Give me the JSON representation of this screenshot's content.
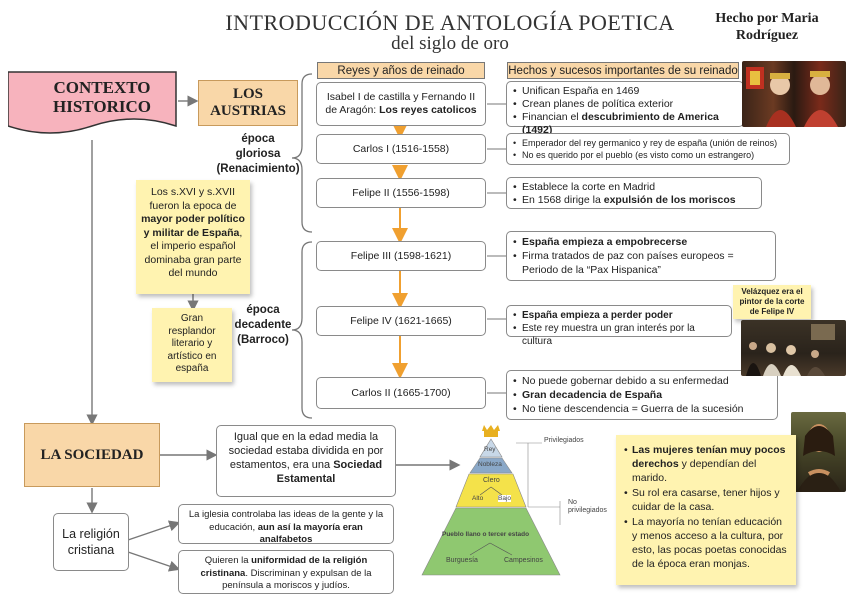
{
  "header": {
    "title": "INTRODUCCIÓN DE ANTOLOGÍA POETICA",
    "subtitle": "del siglo de oro",
    "author": "Hecho por Maria Rodríguez"
  },
  "contexto": {
    "label": "CONTEXTO HISTORICO"
  },
  "austrias": {
    "label": "LOS AUSTRIAS"
  },
  "columns": {
    "reyes": "Reyes y años de reinado",
    "hechos": "Hechos y sucesos importantes de su reinado"
  },
  "epochs": {
    "gloriosa": [
      "época",
      "gloriosa",
      "(Renacimiento)"
    ],
    "decadente": [
      "época",
      "decadente",
      "(Barroco)"
    ]
  },
  "kings": [
    {
      "name": "Isabel I de castilla y Fernando II de Aragón:",
      "name_bold": "Los reyes catolicos",
      "events": [
        {
          "text": "Unifican España en 1469"
        },
        {
          "text": "Crean planes de política exterior"
        },
        {
          "text": "Financian el ",
          "bold": "descubrimiento de America (1492)"
        }
      ]
    },
    {
      "name": "Carlos I (1516-1558)",
      "events": [
        {
          "text": "Emperador del rey germanico y rey de españa (unión de reinos)"
        },
        {
          "text": "No es querido por el pueblo (es visto como un estrangero)"
        }
      ]
    },
    {
      "name": "Felipe II (1556-1598)",
      "events": [
        {
          "text": "Establece la corte en Madrid"
        },
        {
          "text": "En 1568 dirige la ",
          "bold": "expulsión de los moriscos"
        }
      ]
    },
    {
      "name": "Felipe III (1598-1621)",
      "events": [
        {
          "bold": "España empieza a empobrecerse"
        },
        {
          "text": "Firma tratados de paz con países europeos = Periodo de la “Pax Hispanica”"
        }
      ]
    },
    {
      "name": "Felipe IV (1621-1665)",
      "events": [
        {
          "bold": "España empieza a perder poder"
        },
        {
          "text": "Este rey muestra un gran interés por la cultura"
        }
      ]
    },
    {
      "name": "Carlos II (1665-1700)",
      "events": [
        {
          "text": "No puede gobernar debido a su enfermedad"
        },
        {
          "bold": "Gran decadencia de España"
        },
        {
          "text": "No tiene descendencia = Guerra de la sucesión"
        }
      ]
    }
  ],
  "notes": {
    "poder": {
      "pre": "Los s.XVI y s.XVII fueron la epoca de ",
      "bold": "mayor poder político y militar de España",
      "post": ", el imperio español dominaba gran parte del mundo"
    },
    "esplendor": "Gran resplandor literario y artístico en españa",
    "velazquez": "Velázquez era el pintor de la corte de Felipe IV",
    "mujeres": [
      {
        "bold": "Las mujeres tenían muy pocos derechos",
        "text": " y dependían del marido."
      },
      {
        "text": "Su rol era casarse, tener hijos y cuidar de la casa."
      },
      {
        "text": "La mayoría no tenían educación y menos acceso a la cultura, por esto, las pocas poetas conocidas de la época eran monjas."
      }
    ]
  },
  "sociedad": {
    "label": "LA SOCIEDAD",
    "desc_pre": "Igual que en la edad media la sociedad estaba dividida en por estamentos, era una ",
    "desc_bold": "Sociedad Estamental",
    "pyramid": {
      "privilegiados": "Privilegiados",
      "no_privilegiados": "No privilegiados",
      "rey": "Rey",
      "nobleza": "Nobleza",
      "clero": "Clero",
      "alto": "Alto",
      "bajo": "Bajo",
      "pueblo": "Pueblo llano o tercer estado",
      "burguesia": "Burguesía",
      "campesinos": "Campesinos"
    }
  },
  "religion": {
    "label": "La religión cristiana",
    "iglesia_pre": "La iglesia controlaba las ideas de la gente y la educación, ",
    "iglesia_bold": "aun así la mayoría eran analfabetos",
    "uniformidad_pre": "Quieren la ",
    "uniformidad_bold": "uniformidad de la religión cristinana",
    "uniformidad_post": ". Discriminan y expulsan de la península a moriscos y judíos."
  },
  "colors": {
    "ribbon": "#f7b3bd",
    "orange": "#f9d7a8",
    "arrow": "#f0a030",
    "sticky": "#fff3b0"
  }
}
